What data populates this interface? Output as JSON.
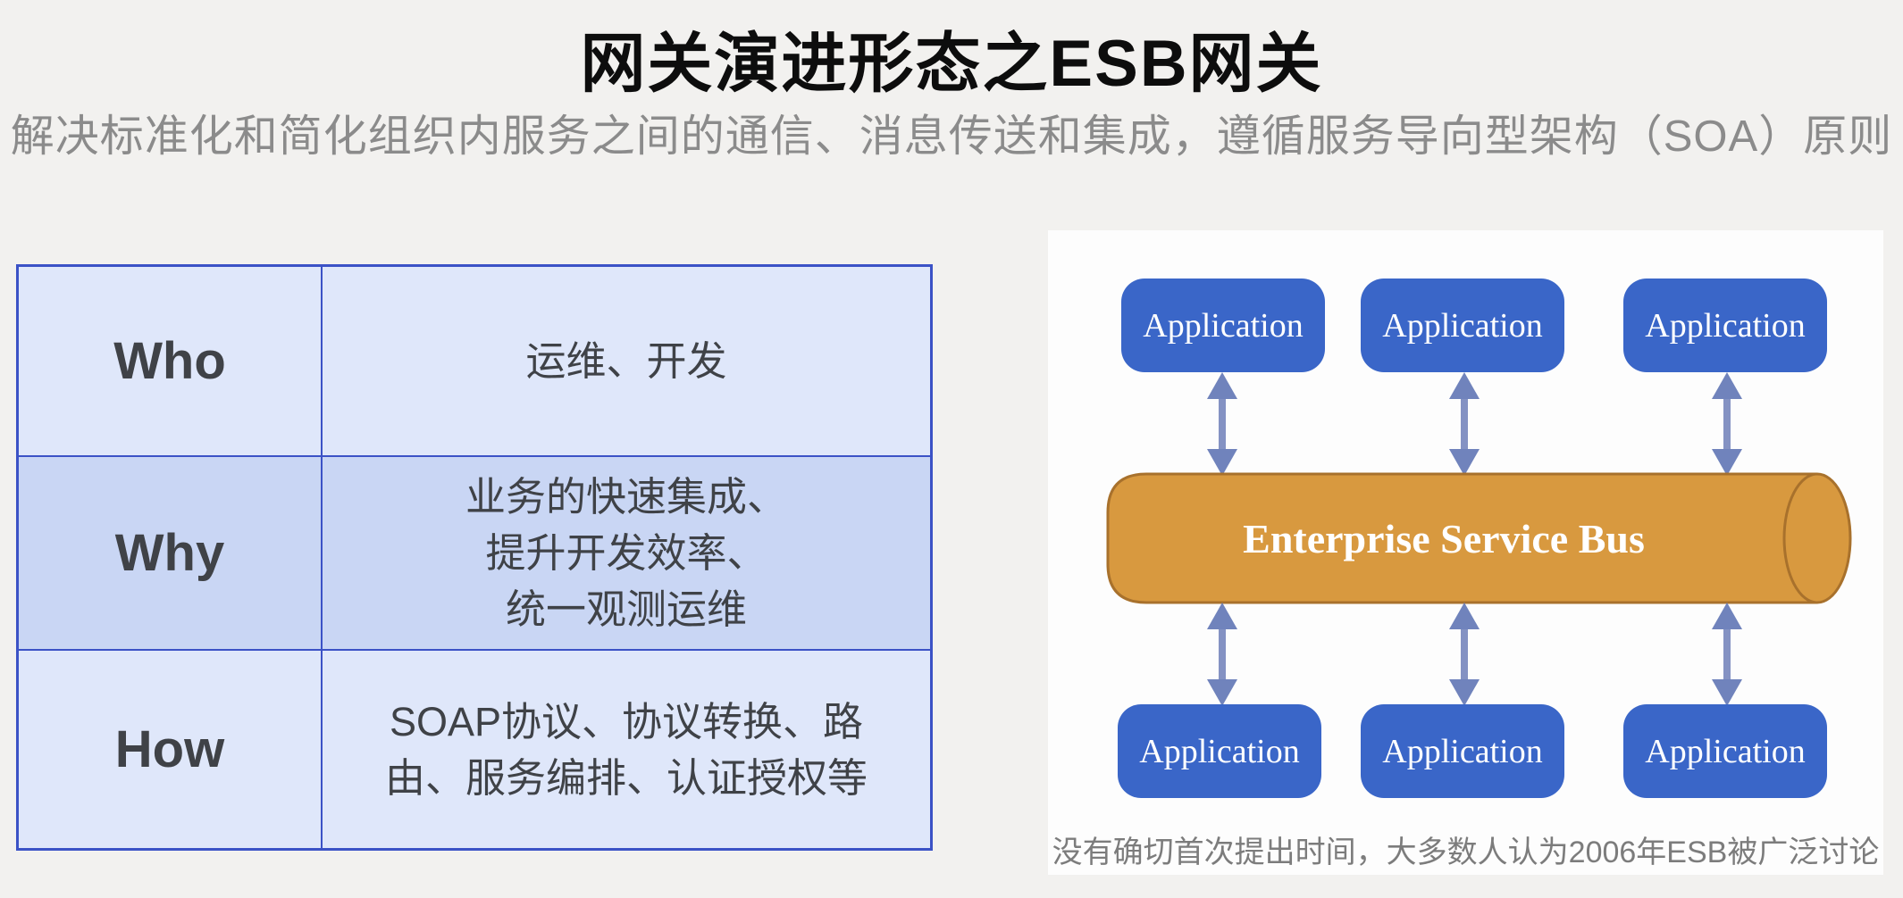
{
  "header": {
    "title": "网关演进形态之ESB网关",
    "subtitle": "解决标准化和简化组织内服务之间的通信、消息传送和集成，遵循服务导向型架构（SOA）原则"
  },
  "table": {
    "rows": [
      {
        "label": "Who",
        "content": "运维、开发"
      },
      {
        "label": "Why",
        "content": "业务的快速集成、\n提升开发效率、\n统一观测运维"
      },
      {
        "label": "How",
        "content": "SOAP协议、协议转换、路由、服务编排、认证授权等"
      }
    ]
  },
  "diagram": {
    "top_applications": [
      "Application",
      "Application",
      "Application"
    ],
    "bus_label": "Enterprise Service Bus",
    "bottom_applications": [
      "Application",
      "Application",
      "Application"
    ],
    "caption": "没有确切首次提出时间，大多数人认为2006年ESB被广泛讨论"
  },
  "colors": {
    "app_box_fill": "#3a66c8",
    "bus_fill": "#d8993f",
    "bus_border": "#a8712c",
    "arrow": "#7083bc",
    "table_border": "#3b52c6",
    "table_row_light": "#dfe7fa",
    "table_row_accent": "#c9d6f4"
  }
}
